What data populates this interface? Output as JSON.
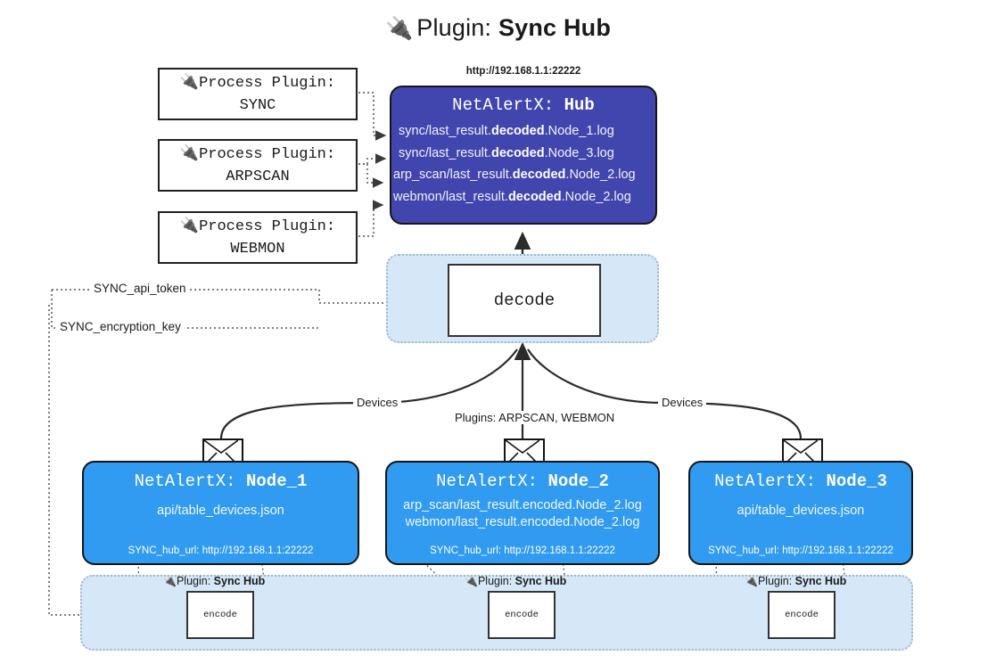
{
  "title": {
    "icon": "plug-icon",
    "prefix": "Plugin:",
    "name": "Sync Hub"
  },
  "process_plugins": [
    {
      "icon": "plug-icon",
      "line1": "Process Plugin:",
      "line2": "SYNC"
    },
    {
      "icon": "plug-icon",
      "line1": "Process Plugin:",
      "line2": "ARPSCAN"
    },
    {
      "icon": "plug-icon",
      "line1": "Process Plugin:",
      "line2": "WEBMON"
    }
  ],
  "hub": {
    "url": "http://192.168.1.1:22222",
    "title_prefix": "NetAlertX:",
    "title_name": "Hub",
    "loglines": [
      {
        "pre": "sync/last_result.",
        "em": "decoded",
        "post": ".Node_1.log"
      },
      {
        "pre": "sync/last_result.",
        "em": "decoded",
        "post": ".Node_3.log"
      },
      {
        "pre": "arp_scan/last_result.",
        "em": "decoded",
        "post": ".Node_2.log"
      },
      {
        "pre": "webmon/last_result.",
        "em": "decoded",
        "post": ".Node_2.log"
      }
    ]
  },
  "decode": {
    "label": "decode"
  },
  "tokens": {
    "api_token": "SYNC_api_token",
    "encryption_key": "SYNC_encryption_key"
  },
  "edge_labels": {
    "devices_left": "Devices",
    "plugins_center": "Plugins: ARPSCAN, WEBMON",
    "devices_right": "Devices"
  },
  "nodes": [
    {
      "title_prefix": "NetAlertX:",
      "title_name": "Node_1",
      "lines": [
        "api/table_devices.json"
      ],
      "url_label": "SYNC_hub_url: http://192.168.1.1:22222",
      "envelope": "envelope-icon"
    },
    {
      "title_prefix": "NetAlertX:",
      "title_name": "Node_2",
      "lines": [
        "arp_scan/last_result.encoded.Node_2.log",
        "webmon/last_result.encoded.Node_2.log"
      ],
      "url_label": "SYNC_hub_url: http://192.168.1.1:22222",
      "envelope": "envelope-icon"
    },
    {
      "title_prefix": "NetAlertX:",
      "title_name": "Node_3",
      "lines": [
        "api/table_devices.json"
      ],
      "url_label": "SYNC_hub_url: http://192.168.1.1:22222",
      "envelope": "envelope-icon"
    }
  ],
  "encoders": [
    {
      "plugin_prefix": "Plugin:",
      "plugin_name": "Sync Hub",
      "label": "encode",
      "icon": "plug-icon"
    },
    {
      "plugin_prefix": "Plugin:",
      "plugin_name": "Sync Hub",
      "label": "encode",
      "icon": "plug-icon"
    },
    {
      "plugin_prefix": "Plugin:",
      "plugin_name": "Sync Hub",
      "label": "encode",
      "icon": "plug-icon"
    }
  ],
  "colors": {
    "hub_fill": "#4046ae",
    "node_fill": "#309bf0",
    "container_fill": "#d6e8f8",
    "stroke": "#151515"
  }
}
